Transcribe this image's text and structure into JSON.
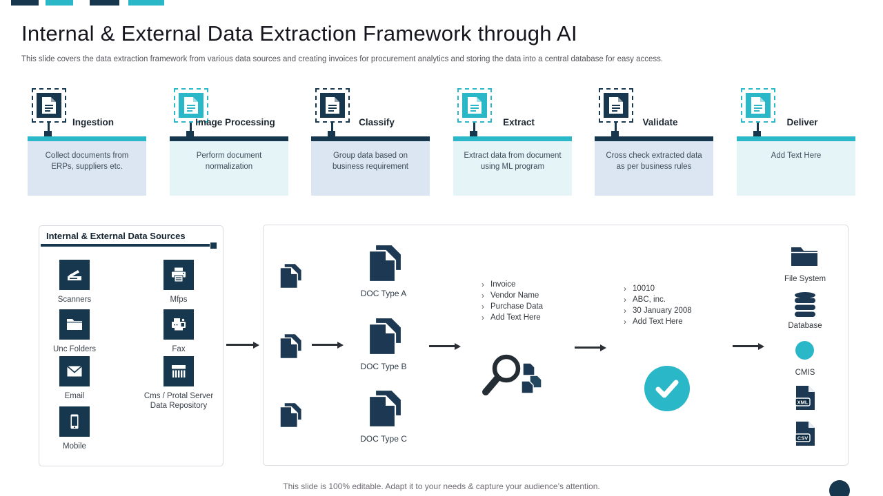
{
  "theme": {
    "navy": "#17374e",
    "teal": "#2ab7c8",
    "box_blue": "#dbe6f2",
    "box_teal": "#e4f4f7",
    "arrow": "#2b2f36"
  },
  "top_bars": [
    "#17374e",
    "#2ab7c8",
    "#17374e",
    "#2ab7c8"
  ],
  "header": {
    "title": "Internal & External Data Extraction Framework through AI",
    "subtitle": "This slide covers the data extraction framework from various data sources and creating invoices for procurement analytics and storing the data into a central database for easy access."
  },
  "steps": [
    {
      "label": "Ingestion",
      "desc": "Collect documents from ERPs, suppliers etc.",
      "icon_color": "#17374e",
      "bar_color": "#2ab7c8",
      "box_bg": "#dbe6f2"
    },
    {
      "label": "Image Processing",
      "desc": "Perform document normalization",
      "icon_color": "#2ab7c8",
      "bar_color": "#17374e",
      "box_bg": "#e4f4f7"
    },
    {
      "label": "Classify",
      "desc": "Group data based on business requirement",
      "icon_color": "#17374e",
      "bar_color": "#17374e",
      "box_bg": "#dbe6f2"
    },
    {
      "label": "Extract",
      "desc": "Extract data from document using ML program",
      "icon_color": "#2ab7c8",
      "bar_color": "#2ab7c8",
      "box_bg": "#e4f4f7"
    },
    {
      "label": "Validate",
      "desc": "Cross check extracted data as per business rules",
      "icon_color": "#17374e",
      "bar_color": "#17374e",
      "box_bg": "#dbe6f2"
    },
    {
      "label": "Deliver",
      "desc": "Add Text Here",
      "icon_color": "#2ab7c8",
      "bar_color": "#2ab7c8",
      "box_bg": "#e4f4f7"
    }
  ],
  "sources": {
    "title": "Internal & External Data Sources",
    "items": [
      {
        "label": "Scanners"
      },
      {
        "label": "Mfps"
      },
      {
        "label": "Unc Folders"
      },
      {
        "label": "Fax"
      },
      {
        "label": "Email"
      },
      {
        "label": "Cms / Protal Server Data Repository"
      },
      {
        "label": "Mobile"
      }
    ]
  },
  "flow": {
    "doc_types": [
      "DOC Type A",
      "DOC Type B",
      "DOC Type C"
    ],
    "invoice_fields": [
      "Invoice",
      "Vendor Name",
      "Purchase Data",
      "Add Text Here"
    ],
    "extracted_values": [
      "10010",
      "ABC, inc.",
      "30 January 2008",
      "Add Text Here"
    ],
    "outputs": {
      "file_system": "File System",
      "database": "Database",
      "cmis": "CMIS",
      "xml_badge": "XML",
      "csv_badge": "CSV"
    }
  },
  "ui": {
    "bullet": "›"
  },
  "footer": {
    "note": "This slide is 100% editable. Adapt it to your needs & capture your audience’s attention."
  }
}
